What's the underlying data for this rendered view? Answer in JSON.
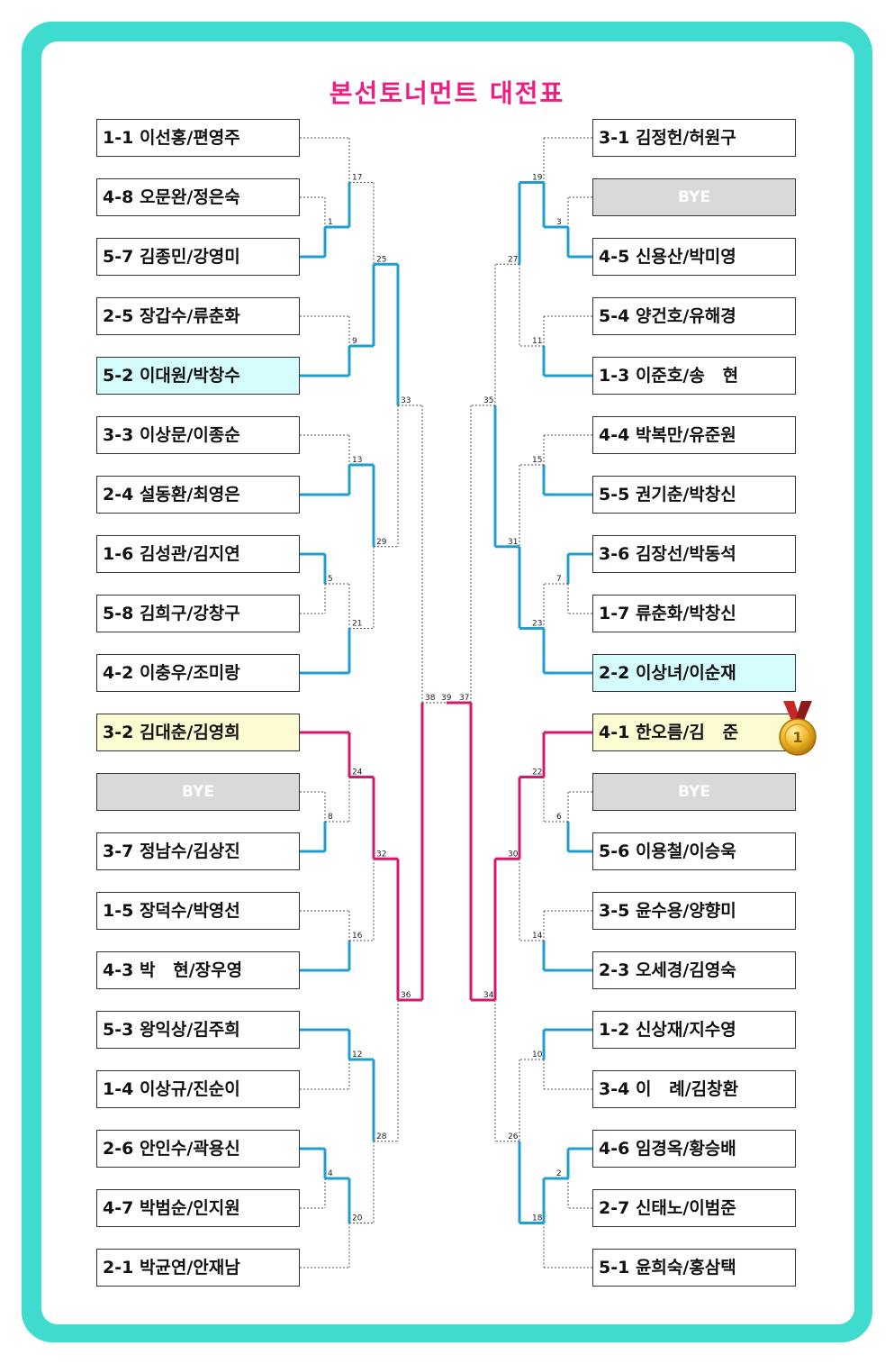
{
  "title": "본선토너먼트 대전표",
  "colors": {
    "frame": "#3fdbcf",
    "blue_line": "#1f9fd0",
    "pink_line": "#d4186c",
    "title": "#ec1e82",
    "bye": "#d9d9d9",
    "highlight_cyan": "#d5fcfd",
    "highlight_yellow": "#fdfbd2"
  },
  "left_entries": [
    {
      "label": "1-1 이선홍/편영주",
      "style": "normal"
    },
    {
      "label": "4-8 오문완/정은숙",
      "style": "normal"
    },
    {
      "label": "5-7 김종민/강영미",
      "style": "normal"
    },
    {
      "label": "2-5 장갑수/류춘화",
      "style": "normal"
    },
    {
      "label": "5-2 이대원/박창수",
      "style": "cyan"
    },
    {
      "label": "3-3 이상문/이종순",
      "style": "normal"
    },
    {
      "label": "2-4 설동환/최영은",
      "style": "normal"
    },
    {
      "label": "1-6 김성관/김지연",
      "style": "normal"
    },
    {
      "label": "5-8 김희구/강창구",
      "style": "normal"
    },
    {
      "label": "4-2 이충우/조미랑",
      "style": "normal"
    },
    {
      "label": "3-2 김대춘/김영희",
      "style": "yellow"
    },
    {
      "label": "BYE",
      "style": "bye"
    },
    {
      "label": "3-7 정남수/김상진",
      "style": "normal"
    },
    {
      "label": "1-5 장덕수/박영선",
      "style": "normal"
    },
    {
      "label": "4-3 박   현/장우영",
      "style": "normal"
    },
    {
      "label": "5-3 왕익상/김주희",
      "style": "normal"
    },
    {
      "label": "1-4 이상규/진순이",
      "style": "normal"
    },
    {
      "label": "2-6 안인수/곽용신",
      "style": "normal"
    },
    {
      "label": "4-7 박범순/인지원",
      "style": "normal"
    },
    {
      "label": "2-1 박균연/안재남",
      "style": "normal"
    }
  ],
  "right_entries": [
    {
      "label": "3-1 김정헌/허원구",
      "style": "normal"
    },
    {
      "label": "BYE",
      "style": "bye"
    },
    {
      "label": "4-5 신용산/박미영",
      "style": "normal"
    },
    {
      "label": "5-4 양건호/유해경",
      "style": "normal"
    },
    {
      "label": "1-3 이준호/송   현",
      "style": "normal"
    },
    {
      "label": "4-4 박복만/유준원",
      "style": "normal"
    },
    {
      "label": "5-5 권기춘/박창신",
      "style": "normal"
    },
    {
      "label": "3-6 김장선/박동석",
      "style": "normal"
    },
    {
      "label": "1-7 류춘화/박창신",
      "style": "normal"
    },
    {
      "label": "2-2 이상녀/이순재",
      "style": "cyan"
    },
    {
      "label": "4-1 한오름/김   준",
      "style": "yellow"
    },
    {
      "label": "BYE",
      "style": "bye"
    },
    {
      "label": "5-6 이용철/이승욱",
      "style": "normal"
    },
    {
      "label": "3-5 윤수용/양향미",
      "style": "normal"
    },
    {
      "label": "2-3 오세경/김영숙",
      "style": "normal"
    },
    {
      "label": "1-2 신상재/지수영",
      "style": "normal"
    },
    {
      "label": "3-4 이   례/김창환",
      "style": "normal"
    },
    {
      "label": "4-6 임경옥/황승배",
      "style": "normal"
    },
    {
      "label": "2-7 신태노/이범준",
      "style": "normal"
    },
    {
      "label": "5-1 윤희숙/홍삼택",
      "style": "normal"
    }
  ],
  "match_numbers": {
    "left": [
      "1",
      "9",
      "13",
      "5",
      "17",
      "21",
      "25",
      "29",
      "33",
      "8",
      "16",
      "12",
      "4",
      "24",
      "20",
      "32",
      "28",
      "36",
      "38"
    ],
    "right": [
      "3",
      "11",
      "15",
      "7",
      "19",
      "23",
      "27",
      "31",
      "35",
      "6",
      "14",
      "10",
      "2",
      "22",
      "18",
      "30",
      "26",
      "34",
      "37"
    ],
    "final": "39"
  },
  "medal": {
    "icon": "gold-medal-icon",
    "label": "1"
  }
}
